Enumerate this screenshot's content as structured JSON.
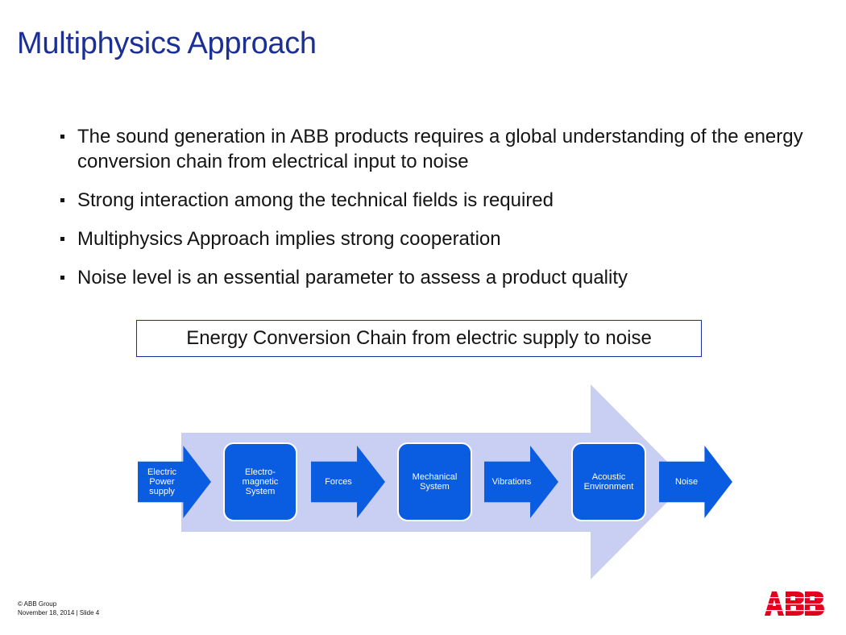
{
  "slide": {
    "title": "Multiphysics Approach",
    "bullets": [
      "The sound generation in ABB products requires a global understanding of the energy conversion chain from electrical input to noise",
      "Strong interaction among the technical fields is required",
      "Multiphysics Approach implies strong cooperation",
      "Noise level is an essential parameter to assess a product quality"
    ],
    "callout": "Energy Conversion Chain from electric supply to noise"
  },
  "diagram": {
    "colors": {
      "background_arrow": "#c9cff2",
      "node_fill": "#0a5ce0",
      "node_border": "#ffffff"
    },
    "nodes": [
      {
        "name": "electric-power-supply-arrow",
        "shape": "arrow",
        "lines": [
          "Electric",
          "Power",
          "supply"
        ]
      },
      {
        "name": "electromagnetic-system-box",
        "shape": "box",
        "lines": [
          "Electro-",
          "magnetic",
          "System"
        ]
      },
      {
        "name": "forces-arrow",
        "shape": "arrow",
        "lines": [
          "Forces"
        ]
      },
      {
        "name": "mechanical-system-box",
        "shape": "box",
        "lines": [
          "Mechanical",
          "System"
        ]
      },
      {
        "name": "vibrations-arrow",
        "shape": "arrow",
        "lines": [
          "Vibrations"
        ]
      },
      {
        "name": "acoustic-environment-box",
        "shape": "box",
        "lines": [
          "Acoustic",
          "Environment"
        ]
      },
      {
        "name": "noise-arrow",
        "shape": "arrow",
        "lines": [
          "Noise"
        ]
      }
    ]
  },
  "footer": {
    "copyright": "© ABB Group",
    "date_slide": "November 18, 2014 | Slide 4"
  },
  "logo": {
    "text": "ABB",
    "color": "#e2001a"
  }
}
